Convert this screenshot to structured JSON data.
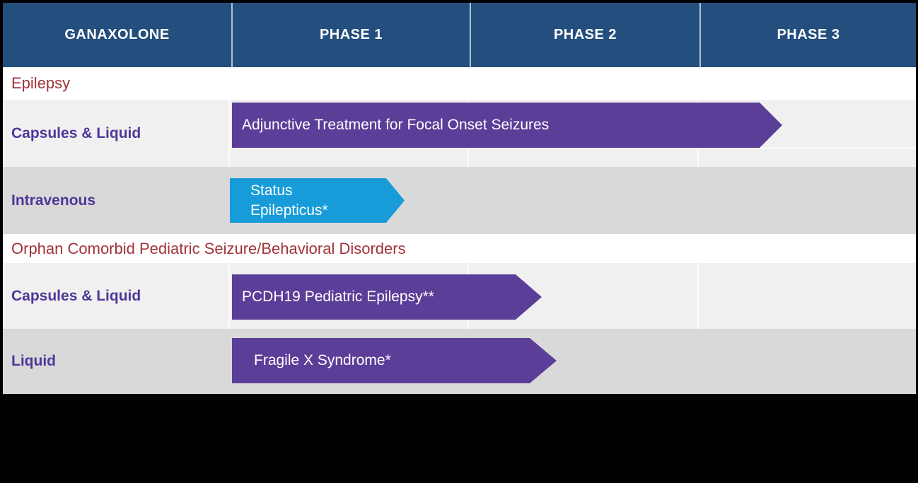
{
  "title": "Ganaxolone clinical development pipeline",
  "colors": {
    "header_bg": "#234E7D",
    "header_divider": "#AEC3D4",
    "section_text": "#A2333A",
    "program_text": "#4F3699",
    "purple_bar": "#5B3E98",
    "blue_bar": "#189CD9",
    "row_light": "#F0F0F0",
    "row_dark": "#D9D9D9",
    "slide_bg": "#000000"
  },
  "header": {
    "columns": [
      {
        "label": "GANAXOLONE"
      },
      {
        "label": "PHASE 1"
      },
      {
        "label": "PHASE 2"
      },
      {
        "label": "PHASE 3"
      }
    ]
  },
  "rows": [
    {
      "type": "section",
      "label": "Epilepsy"
    },
    {
      "type": "program",
      "label": "Capsules & Liquid",
      "bar": {
        "text": "Adjunctive Treatment for Focal Onset Seizures",
        "color": "#5B3E98"
      }
    },
    {
      "type": "program",
      "label": "Intravenous",
      "bar": {
        "text": "Status\nEpilepticus*",
        "color": "#189CD9"
      }
    },
    {
      "type": "section",
      "label": "Orphan Comorbid Pediatric Seizure/Behavioral Disorders"
    },
    {
      "type": "program",
      "label": "Capsules & Liquid",
      "bar": {
        "text": "PCDH19 Pediatric Epilepsy**",
        "color": "#5B3E98"
      }
    },
    {
      "type": "program",
      "label": "Liquid",
      "bar": {
        "text": "Fragile X Syndrome*",
        "color": "#5B3E98"
      }
    }
  ],
  "chart_data": {
    "type": "table",
    "title": "GANAXOLONE pipeline by phase",
    "columns": [
      "GANAXOLONE",
      "PHASE 1",
      "PHASE 2",
      "PHASE 3"
    ],
    "sections": [
      {
        "name": "Epilepsy",
        "programs": [
          {
            "formulation": "Capsules & Liquid",
            "indication": "Adjunctive Treatment for Focal Onset Seizures",
            "bar_color": "#5B3E98",
            "start_phase": 1.0,
            "end_phase": 3.3
          },
          {
            "formulation": "Intravenous",
            "indication": "Status Epilepticus*",
            "bar_color": "#189CD9",
            "start_phase": 1.0,
            "end_phase": 1.65
          }
        ]
      },
      {
        "name": "Orphan Comorbid Pediatric Seizure/Behavioral Disorders",
        "programs": [
          {
            "formulation": "Capsules & Liquid",
            "indication": "PCDH19 Pediatric Epilepsy**",
            "bar_color": "#5B3E98",
            "start_phase": 1.0,
            "end_phase": 2.25
          },
          {
            "formulation": "Liquid",
            "indication": "Fragile X Syndrome*",
            "bar_color": "#5B3E98",
            "start_phase": 1.0,
            "end_phase": 2.3
          }
        ]
      }
    ],
    "layout": {
      "phase_axis_range": [
        1,
        4
      ],
      "grid": true,
      "legend": false
    }
  }
}
